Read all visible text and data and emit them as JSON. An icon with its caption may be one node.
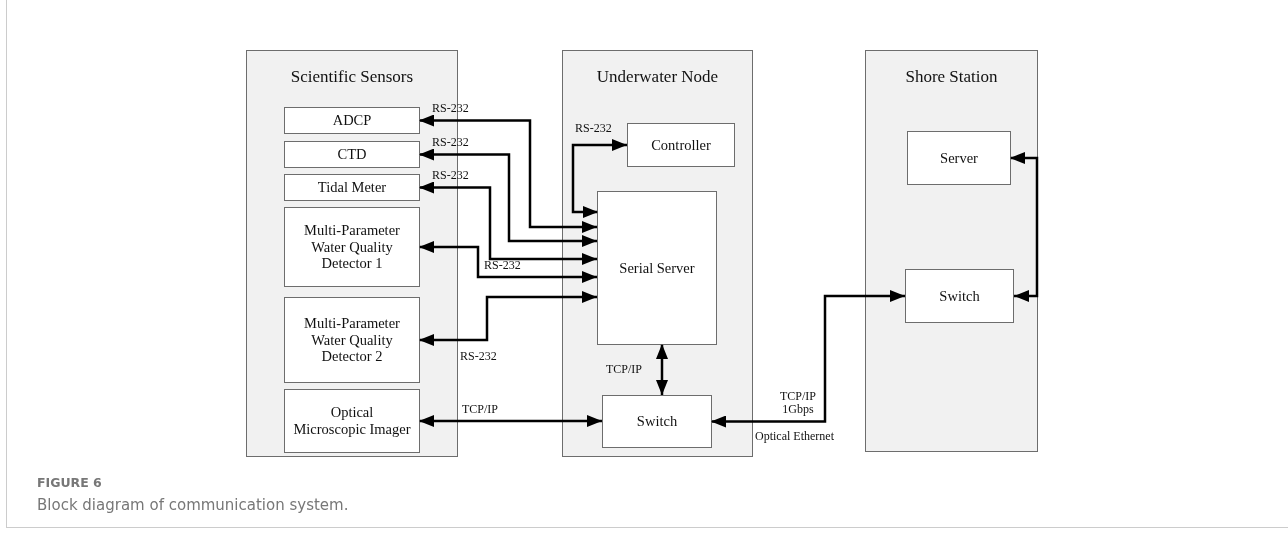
{
  "diagram": {
    "caption": "Block diagram of communication system.",
    "nodes": [
      {
        "text": [
          "Scientific Sensors"
        ]
      },
      {
        "text": [
          "ADCP"
        ],
        "in": 0
      },
      {
        "text": [
          "CTD"
        ],
        "in": 0
      },
      {
        "text": [
          "Tidal Meter"
        ],
        "in": 0
      },
      {
        "text": [
          "Multi-Parameter Water Quality Detector 1"
        ],
        "in": 0
      },
      {
        "text": [
          "Multi-Parameter Water Quality Detector 2"
        ],
        "in": 0
      },
      {
        "text": [
          "Optical Microscopic Imager"
        ],
        "in": 0
      },
      {
        "text": [
          "Underwater Node"
        ]
      },
      {
        "text": [
          "Controller"
        ],
        "in": 7
      },
      {
        "text": [
          "Serial Server"
        ],
        "in": 7
      },
      {
        "text": [
          "Switch"
        ],
        "in": 7
      },
      {
        "text": [
          "Shore Station"
        ]
      },
      {
        "text": [
          "Server"
        ],
        "in": 11
      },
      {
        "text": [
          "Switch"
        ],
        "in": 11
      }
    ],
    "edges": [
      {
        "from": 1,
        "to": 9,
        "arrow": "both",
        "label": "RS-232"
      },
      {
        "from": 2,
        "to": 9,
        "arrow": "both",
        "label": "RS-232"
      },
      {
        "from": 3,
        "to": 9,
        "arrow": "both",
        "label": "RS-232"
      },
      {
        "from": 4,
        "to": 9,
        "arrow": "both",
        "label": "RS-232"
      },
      {
        "from": 5,
        "to": 9,
        "arrow": "both",
        "label": "RS-232"
      },
      {
        "from": 9,
        "to": 8,
        "arrow": "both",
        "label": "RS-232"
      },
      {
        "from": 9,
        "to": 10,
        "arrow": "both",
        "label": "TCP/IP"
      },
      {
        "from": 6,
        "to": 10,
        "arrow": "both",
        "label": "TCP/IP"
      },
      {
        "from": 10,
        "to": 13,
        "arrow": "both",
        "label": "TCP/IP 1Gbps"
      },
      {
        "from": 12,
        "to": 13,
        "arrow": "both"
      }
    ],
    "labels": [
      "Optical Ethernet",
      "FIGURE 6"
    ]
  }
}
